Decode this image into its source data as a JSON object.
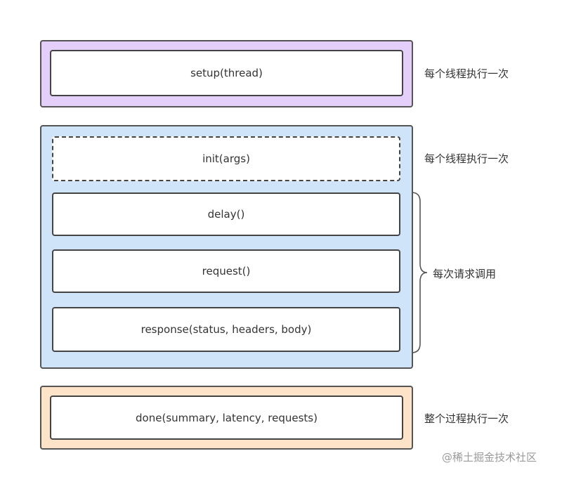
{
  "colors": {
    "setup_group": "#e3cff9",
    "per_request_group": "#cfe3f9",
    "done_group": "#fde4c9",
    "border": "#555555"
  },
  "groups": {
    "setup": {
      "box_label": "setup(thread)",
      "note": "每个线程执行一次"
    },
    "per_request": {
      "init_label": "init(args)",
      "init_note": "每个线程执行一次",
      "delay_label": "delay()",
      "request_label": "request()",
      "response_label": "response(status, headers, body)",
      "brace_note": "每次请求调用"
    },
    "done": {
      "box_label": "done(summary, latency, requests)",
      "note": "整个过程执行一次"
    }
  },
  "watermark": "@稀土掘金技术社区"
}
